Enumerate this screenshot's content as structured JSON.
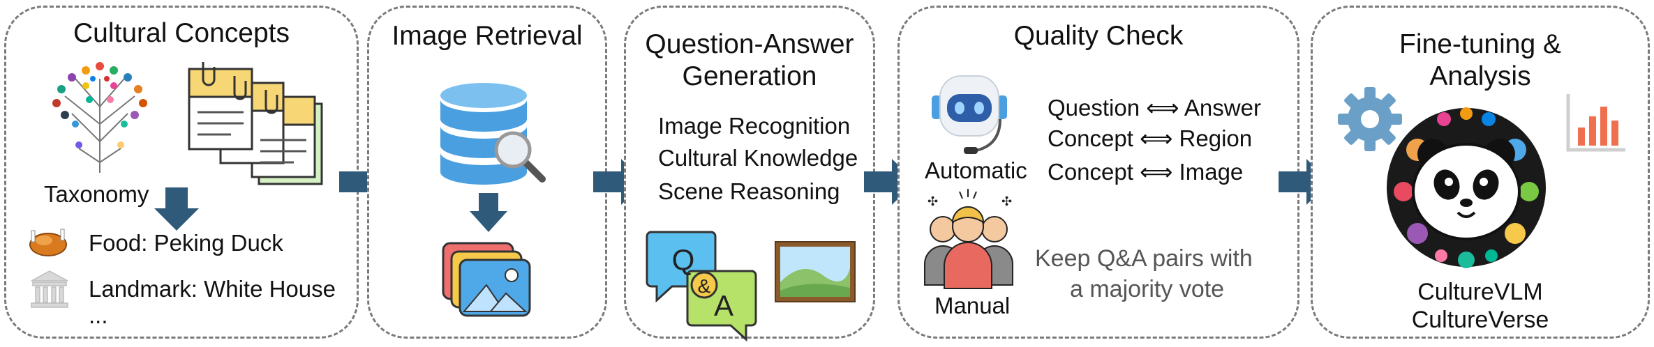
{
  "panels": [
    {
      "title": "Cultural Concepts",
      "taxonomy_label": "Taxonomy",
      "items": [
        "Food: Peking Duck",
        "Landmark: White House",
        "..."
      ],
      "icons": [
        "tree-icon",
        "documents-icon",
        "arrow-down-icon",
        "duck-icon",
        "landmark-icon"
      ]
    },
    {
      "title": "Image Retrieval",
      "icons": [
        "database-icon",
        "magnifier-icon",
        "arrow-down-icon",
        "images-icon"
      ]
    },
    {
      "title_line1": "Question-Answer",
      "title_line2": "Generation",
      "items": [
        "Image Recognition",
        "Cultural Knowledge",
        "Scene Reasoning"
      ],
      "icons": [
        "qa-bubbles-icon",
        "landscape-icon"
      ]
    },
    {
      "title": "Quality Check",
      "automatic_label": "Automatic",
      "manual_label": "Manual",
      "checks": [
        "Question ⟺ Answer",
        "Concept ⟺ Region",
        "Concept ⟺ Image"
      ],
      "note_line1": "Keep Q&A pairs with",
      "note_line2": "a majority vote",
      "icons": [
        "robot-icon",
        "people-icon"
      ]
    },
    {
      "title_line1": "Fine-tuning &",
      "title_line2": "Analysis",
      "model_name": "CultureVLM",
      "dataset_name": "CultureVerse",
      "icons": [
        "gear-icon",
        "bar-chart-icon",
        "panda-icon"
      ]
    }
  ],
  "qa_bubble_letters": {
    "q": "Q",
    "amp": "&",
    "a": "A"
  },
  "colors": {
    "arrow": "#2f5a7a",
    "border": "#7a7a7a",
    "database": "#4a9fe0",
    "gray_text": "#555555"
  }
}
